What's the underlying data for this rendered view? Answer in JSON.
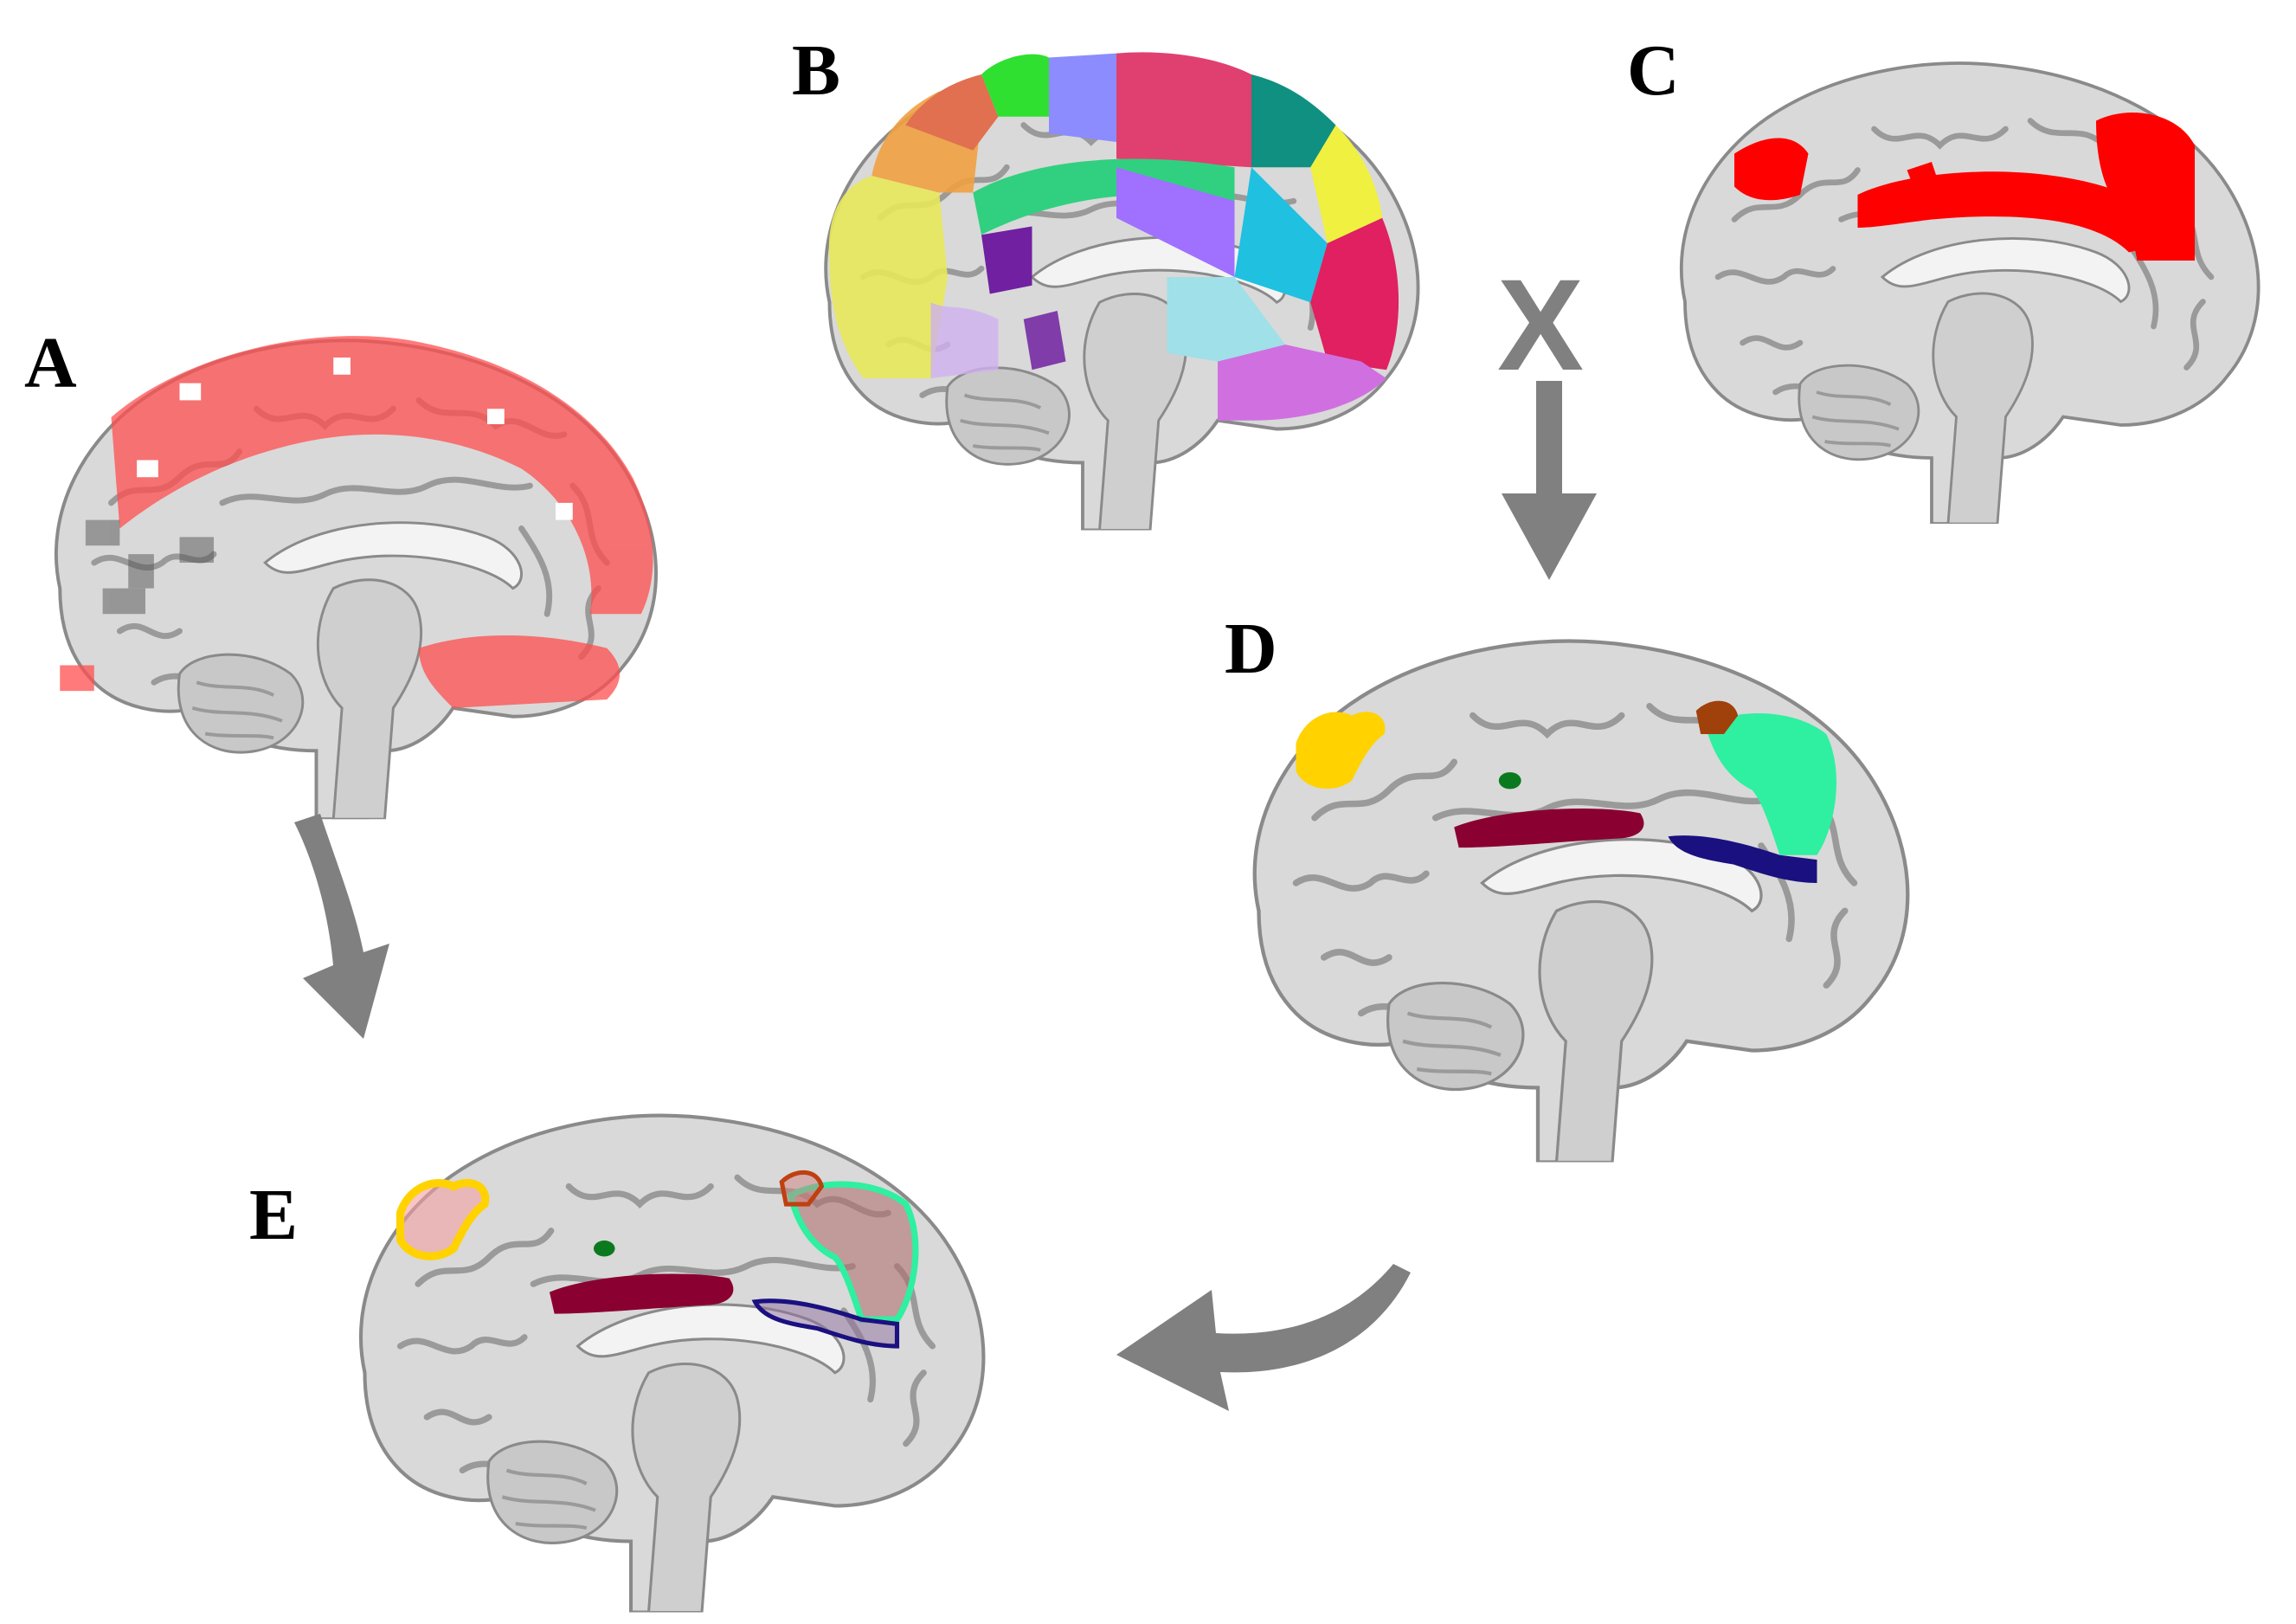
{
  "panels": {
    "a": {
      "label": "A"
    },
    "b": {
      "label": "B"
    },
    "c": {
      "label": "C"
    },
    "d": {
      "label": "D"
    },
    "e": {
      "label": "E"
    }
  },
  "operator": {
    "symbol": "X"
  },
  "colors": {
    "brain_fill": "#d9d9d9",
    "brain_sulci": "#9a9a9a",
    "brainstem": "#cfcfcf",
    "overlay_a": "#ff4d4d",
    "mask_c": "#ff0000",
    "arrow": "#808080",
    "roi_yellow": "#ffd200",
    "roi_green": "#2ef0a0",
    "roi_brown": "#a0400a",
    "roi_navy": "#1a1080",
    "roi_maroon": "#8a0030",
    "roi_darkgreen": "#0b7a1e"
  },
  "atlas_colors": [
    "#e8e85a",
    "#f0a040",
    "#e07050",
    "#30e030",
    "#8c8cff",
    "#e04070",
    "#109080",
    "#20c0e0",
    "#f0f040",
    "#30d080",
    "#a070ff",
    "#7020a0",
    "#d070e0",
    "#a0e0e8",
    "#e02060",
    "#d0b0f0"
  ]
}
